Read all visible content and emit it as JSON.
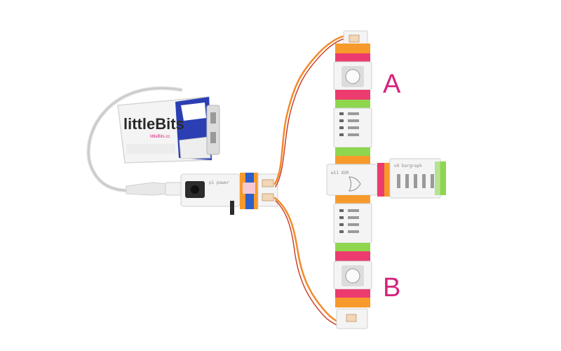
{
  "battery": {
    "brand": "littleBits",
    "url": "littleBits.cc"
  },
  "labels": {
    "a": "A",
    "b": "B"
  },
  "modules": {
    "power": "p1 power",
    "logic": "w11 XOR",
    "bargraph": "o9 bargraph"
  },
  "colors": {
    "power_blue": "#2f5fc9",
    "wire_orange": "#f28a2a",
    "logic_pink": "#ec3b6e",
    "input_orange": "#f79a2b",
    "output_green": "#8ed64e",
    "label_magenta": "#d6237a",
    "battery_blue": "#2b3fb3"
  }
}
